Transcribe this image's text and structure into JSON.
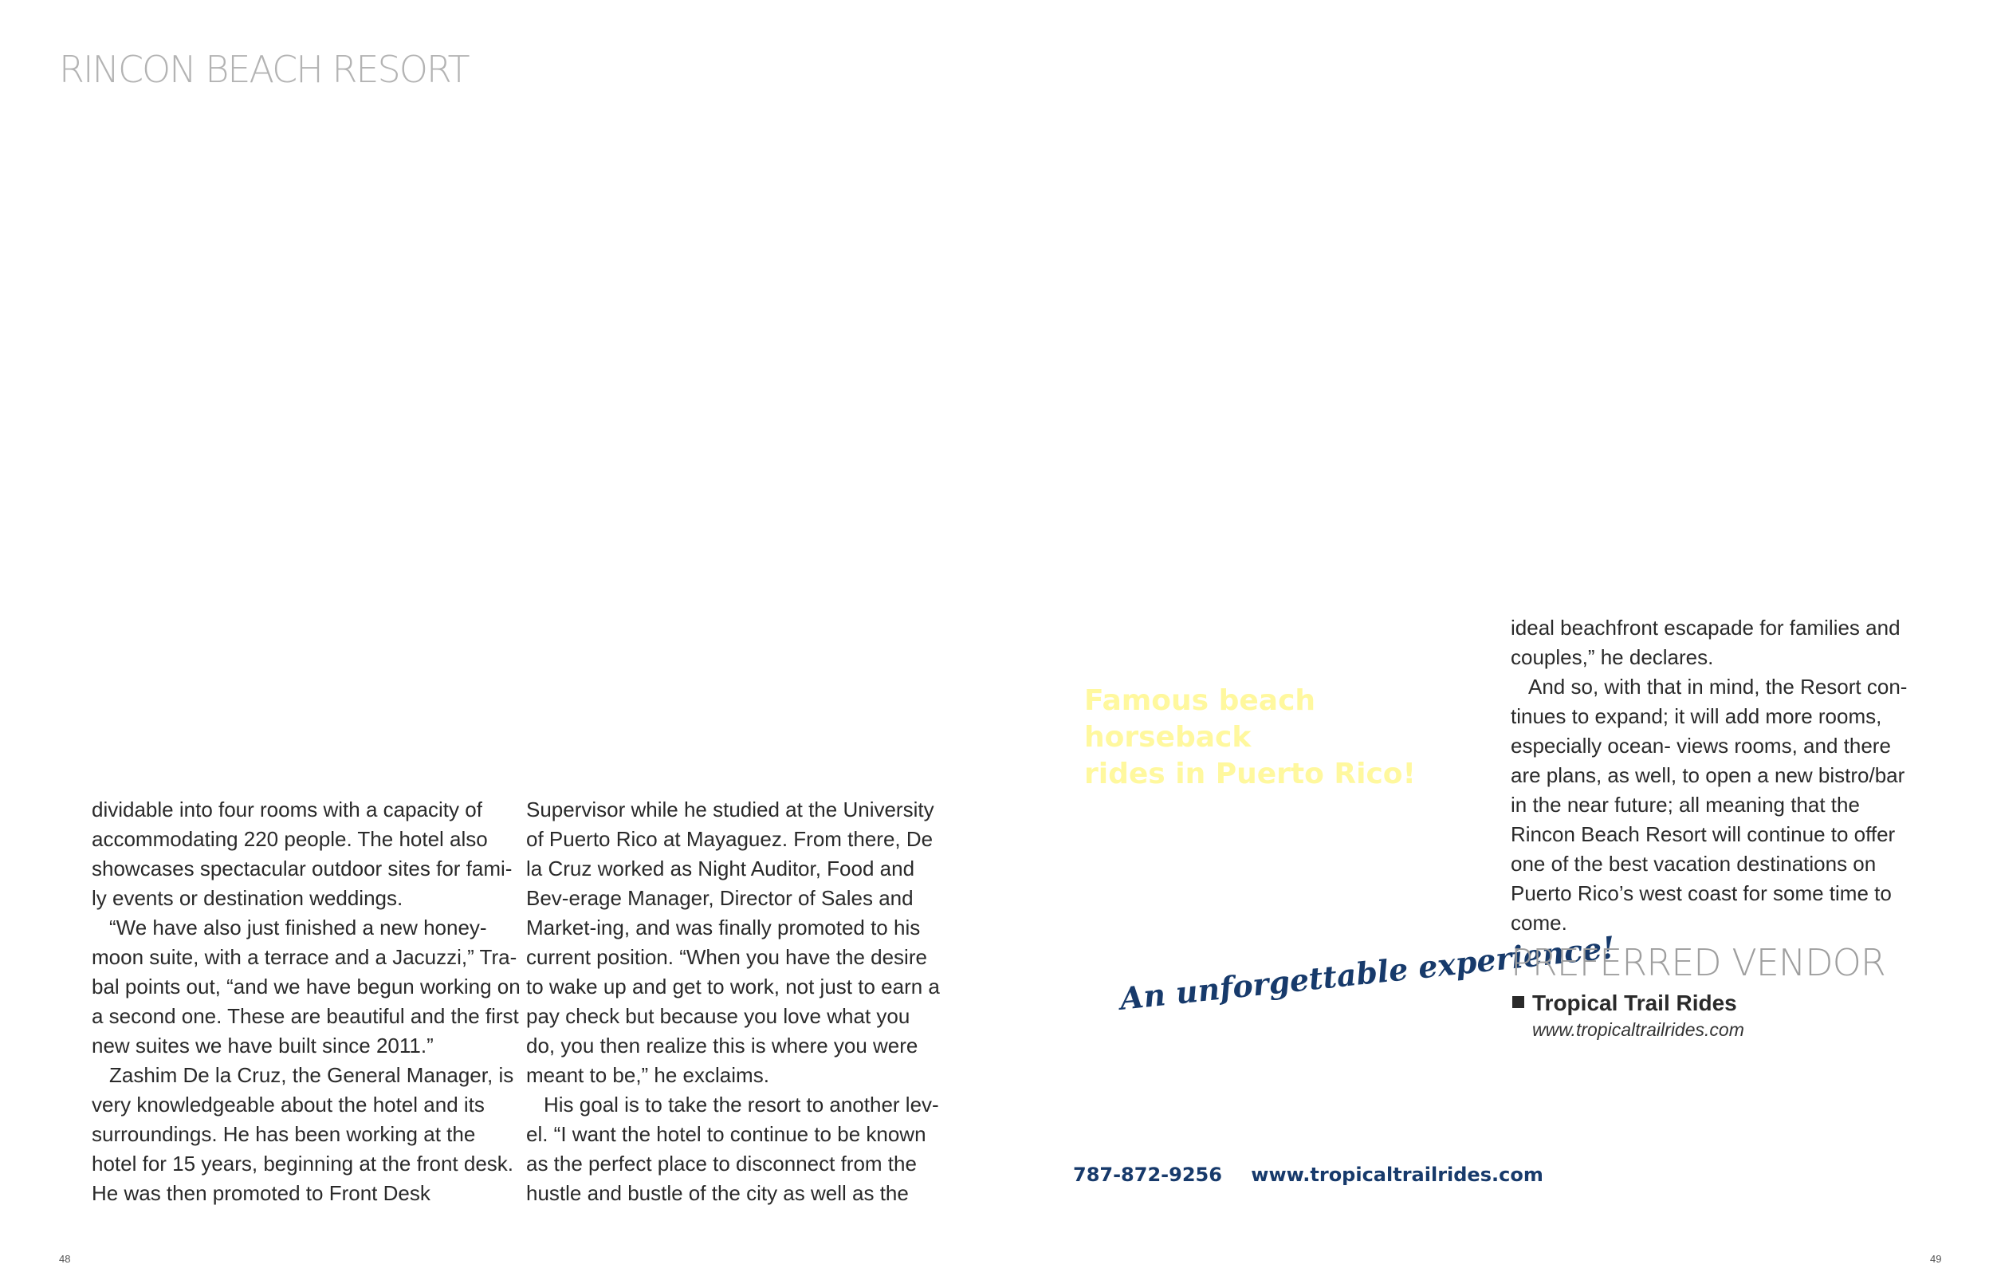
{
  "section_title": "RINCON BEACH RESORT",
  "article": {
    "col1": [
      "dividable into four rooms with a capacity of accommodating 220 people. The hotel also showcases spectacular outdoor sites for fami-ly events or destination weddings.",
      "“We have also just finished a new honey-moon suite, with a terrace and a Jacuzzi,” Tra-bal points out, “and we have begun working on a second one. These are beautiful and the first new suites we have built since 2011.”",
      "Zashim De la Cruz, the General Manager, is very knowledgeable about the hotel and its surroundings. He has been working at the hotel for 15 years, beginning at the front desk. He was then promoted to Front Desk"
    ],
    "col2": [
      "Supervisor while he studied at the University of Puerto Rico at Mayaguez. From there, De la Cruz worked as Night Auditor, Food and Bev-erage Manager, Director of Sales and Market-ing, and was finally promoted to his current position. “When you have the desire to wake up and get to work, not just to earn a pay check but because you love what you do, you then realize this is where you were meant to be,” he exclaims.",
      "His goal is to take the resort to another lev-el. “I want the hotel to continue to be known as the perfect place to disconnect from the hustle and bustle of the city as well as the"
    ],
    "col3": [
      "ideal beachfront escapade for families and couples,” he declares.",
      "And so, with that in mind, the Resort con-tinues to expand; it will add more rooms, especially ocean- views rooms, and there are plans, as well, to open a new bistro/bar in the near future; all meaning that the Rincon Beach Resort will continue to offer one of the best vacation destinations on Puerto Rico’s west coast for some time to come."
    ]
  },
  "ad": {
    "headline_line1": "Famous beach horseback",
    "headline_line2": "rides in Puerto Rico!",
    "tagline": "An unforgettable experience!",
    "phone": "787-872-9256",
    "url": "www.tropicaltrailrides.com",
    "colors": {
      "headline": "#fff89e",
      "brand": "#173a6b"
    }
  },
  "vendor": {
    "heading": "PREFERRED VENDOR",
    "name": "Tropical Trail Rides",
    "url": "www.tropicaltrailrides.com"
  },
  "pages": {
    "left": "48",
    "right": "49"
  }
}
